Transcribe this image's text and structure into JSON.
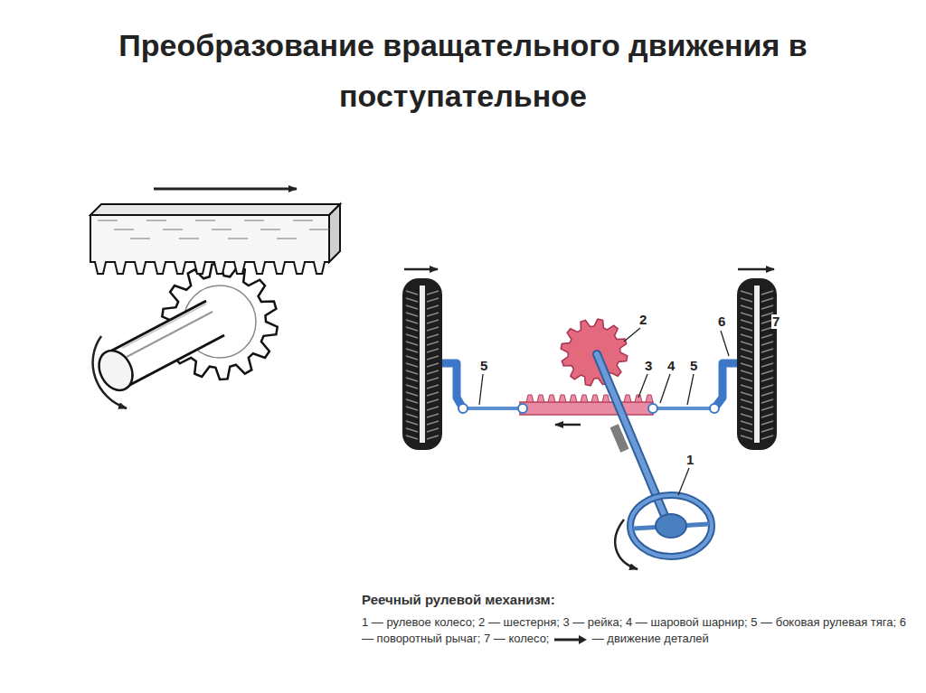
{
  "diagram": {
    "title": "Преобразование вращательного движения в поступательное",
    "caption": "Реечный рулевой механизм:",
    "labels": [
      "2",
      "3",
      "4",
      "5",
      "6",
      "7",
      "5",
      "1",
      "1 — рулевое колесо; 2 — шестерня; 3 — рейка; 4 — шаровой шарнир; 5 — боковая рулевая тяга; 6 — поворотный рычаг; 7 — колесо;"
    ],
    "legend": [
      {
        "text": "— движение деталей"
      }
    ]
  }
}
